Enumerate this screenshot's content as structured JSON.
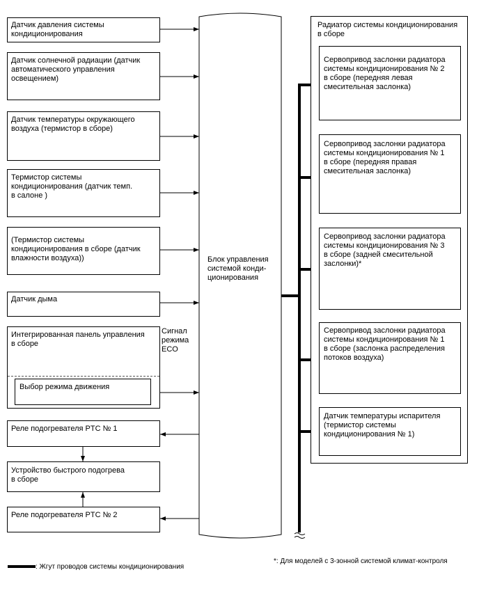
{
  "sensors": [
    "Датчик давления системы\nкондиционирования",
    "Датчик солнечной радиации (датчик\nавтоматического управления\nосвещением)",
    "Датчик температуры окружающего\nвоздуха (термистор в сборе)",
    "Термистор системы\nкондиционирования (датчик темп.\nв салоне )",
    "(Термистор системы\nкондиционирования в сборе (датчик\nвлажности воздуха))",
    "Датчик дыма"
  ],
  "panel": {
    "title": "Интегрированная панель управления\nв сборе",
    "sub": "Выбор режима движения",
    "signal": "Сигнал\nрежима\nECO"
  },
  "heaters": {
    "relay1": "Реле подогревателя PTC № 1",
    "quick": "Устройство быстрого подогрева\nв сборе",
    "relay2": "Реле подогревателя PTC № 2"
  },
  "ecu": "Блок управления\nсистемой конди-\nционирования",
  "radiator": {
    "title": "Радиатор системы кондиционирования\nв сборе",
    "items": [
      "Сервопривод заслонки радиатора\nсистемы кондиционирования № 2\nв сборе (передняя левая\nсмесительная заслонка)",
      "Сервопривод заслонки радиатора\nсистемы кондиционирования № 1\nв сборе (передняя правая\nсмесительная заслонка)",
      "Сервопривод заслонки радиатора\nсистемы кондиционирования № 3\nв сборе (задней смесительной\nзаслонки)*",
      "Сервопривод заслонки радиатора\nсистемы кондиционирования № 1\nв сборе (заслонка распределения\nпотоков воздуха)",
      "Датчик температуры испарителя\n(термистор системы\nкондиционирования № 1)"
    ]
  },
  "legend": ": Жгут проводов системы кондиционирования",
  "footnote": "*: Для моделей с 3-зонной системой климат-контроля"
}
